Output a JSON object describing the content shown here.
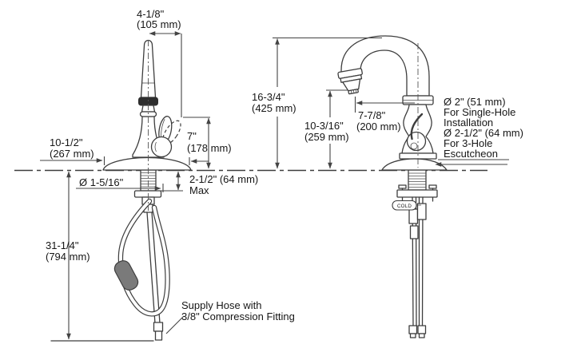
{
  "title": "Kitchen faucet installation dimension diagram",
  "colors": {
    "background": "#ffffff",
    "line": "#3d3d3d",
    "dimension_line": "#434343",
    "text": "#161616",
    "spray_band": "#2e2e2e",
    "hose_weight": "#7a7a7a"
  },
  "views": {
    "front_view": "faucet front view with pull-down hose",
    "side_view": "faucet side view with supply tubes"
  },
  "dims": {
    "spout_width": {
      "lines": [
        "4-1/8\"",
        "(105 mm)"
      ]
    },
    "reach_left": {
      "lines": [
        "10-1/2\"",
        "(267 mm)"
      ]
    },
    "shank_diameter": {
      "lines": [
        "Ø 1-5/16\""
      ]
    },
    "deck_thickness": {
      "lines": [
        "2-1/2\" (64 mm)",
        "Max"
      ]
    },
    "handle_height": {
      "lines": [
        "7\"",
        "(178 mm)"
      ]
    },
    "supply_length": {
      "lines": [
        "31-1/4\"",
        "(794 mm)"
      ]
    },
    "supply_hose_note": {
      "lines": [
        "Supply Hose with",
        "3/8\" Compression Fitting"
      ]
    },
    "overall_height": {
      "lines": [
        "16-3/4\"",
        "(425 mm)"
      ]
    },
    "spout_clearance": {
      "lines": [
        "10-3/16\"",
        "(259 mm)"
      ]
    },
    "spout_reach": {
      "lines": [
        "7-7/8\"",
        "(200 mm)"
      ]
    },
    "hole_note": {
      "lines": [
        "Ø 2\" (51 mm)",
        "For Single-Hole",
        "Installation",
        "Ø 2-1/2\" (64 mm)",
        "For 3-Hole",
        "Escutcheon"
      ]
    },
    "cold_tag": "COLD"
  }
}
